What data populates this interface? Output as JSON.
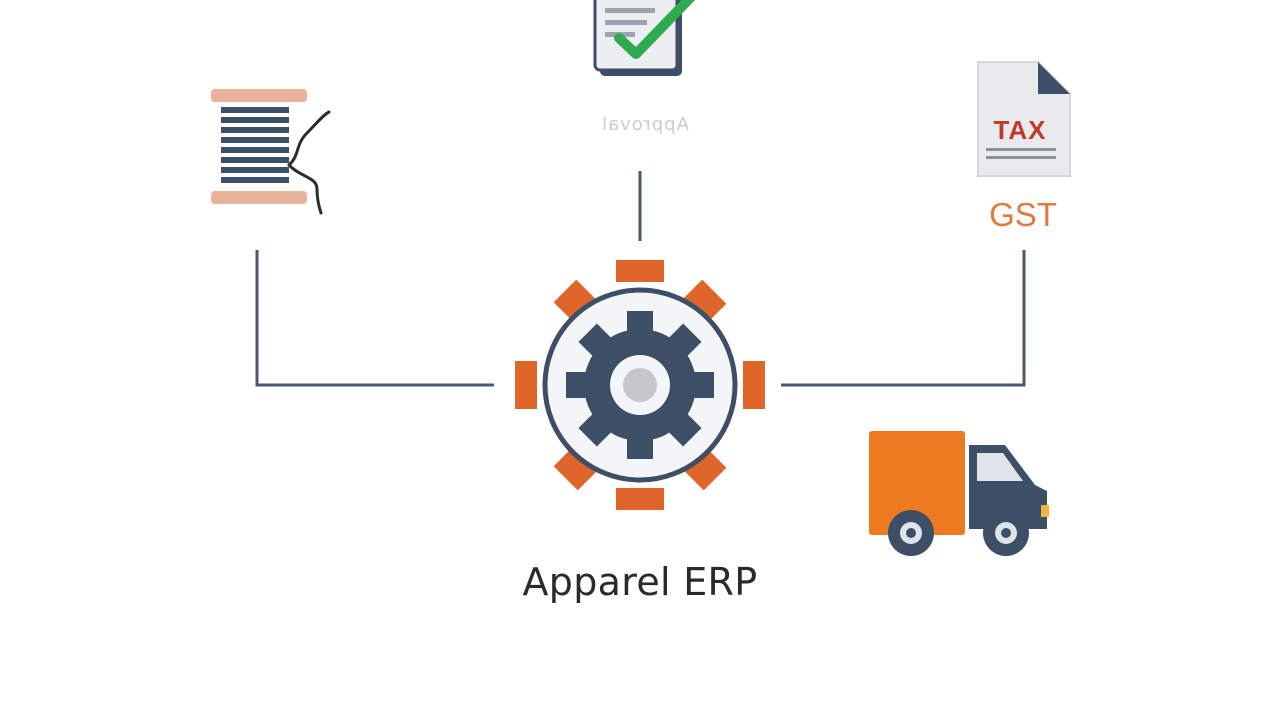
{
  "diagram": {
    "center": {
      "label": "Apparel ERP",
      "icon": "gear-icon"
    },
    "nodes": [
      {
        "id": "thread",
        "icon": "thread-spool-icon",
        "label": ""
      },
      {
        "id": "approval",
        "icon": "checked-document-icon",
        "label": "Approval"
      },
      {
        "id": "tax",
        "icon": "tax-document-icon",
        "doc_text": "TAX",
        "label": "GST"
      },
      {
        "id": "delivery",
        "icon": "delivery-truck-icon",
        "label": ""
      }
    ],
    "colors": {
      "accent_orange": "#e0652a",
      "navy": "#3d4f66",
      "line": "#4a5872",
      "check_green": "#2eaa4f",
      "tax_red": "#c0392b"
    }
  }
}
